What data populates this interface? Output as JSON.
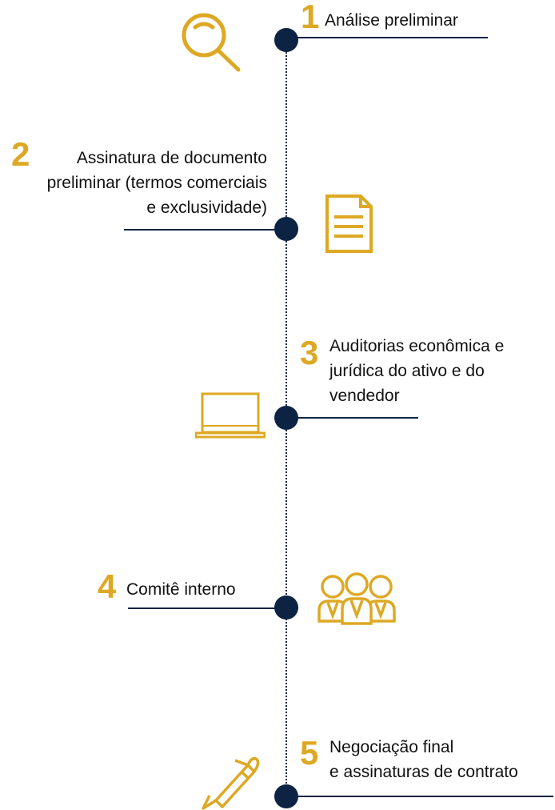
{
  "colors": {
    "accent": "#dda823",
    "navy": "#0c2344"
  },
  "steps": [
    {
      "number": "1",
      "lines": [
        "Análise preliminar"
      ],
      "icon": "magnifier-icon"
    },
    {
      "number": "2",
      "lines": [
        "Assinatura de documento",
        "preliminar (termos comerciais",
        "e exclusividade)"
      ],
      "icon": "document-icon"
    },
    {
      "number": "3",
      "lines": [
        "Auditorias econômica e",
        "jurídica do ativo e do",
        "vendedor"
      ],
      "icon": "laptop-icon"
    },
    {
      "number": "4",
      "lines": [
        "Comitê interno"
      ],
      "icon": "people-icon"
    },
    {
      "number": "5",
      "lines": [
        "Negociação final",
        "e assinaturas de contrato"
      ],
      "icon": "pen-icon"
    }
  ]
}
